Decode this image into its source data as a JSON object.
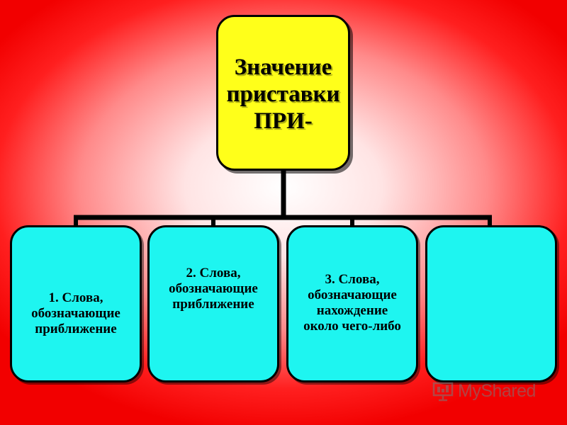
{
  "diagram": {
    "root": {
      "title": "Значение\nприставки\nПРИ-"
    },
    "children": [
      {
        "label": "1. Слова,\nобозначающие\nприближение"
      },
      {
        "label": "2. Слова,\nобозначающие\nприближение"
      },
      {
        "label": "3. Слова,\nобозначающие\nнахождение\nоколо чего-либо"
      },
      {
        "label": ""
      }
    ]
  },
  "watermark": {
    "text": "MyShared",
    "icon": "presentation-board-icon"
  },
  "colors": {
    "background_outer": "#f20000",
    "background_center": "#ffffff",
    "root_fill": "#ffff1a",
    "child_fill": "#1ef5f0",
    "outline": "#000000"
  }
}
